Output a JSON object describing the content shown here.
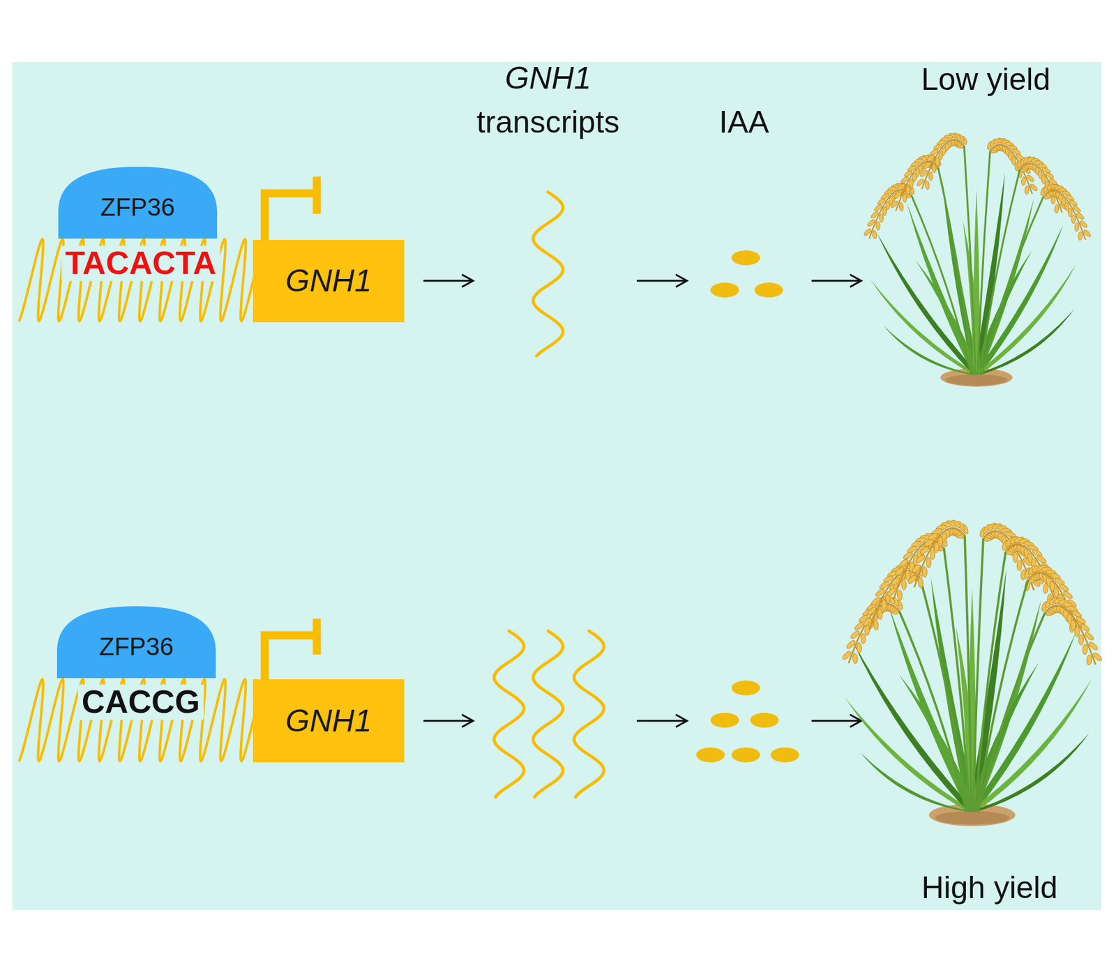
{
  "diagram": {
    "nodes": [
      {
        "text": [
          "ZFP36"
        ]
      },
      {
        "text": [
          "GNH1"
        ]
      },
      {
        "text": [
          "ZFP36"
        ]
      },
      {
        "text": [
          "GNH1"
        ]
      }
    ],
    "labels": [
      "GNH1",
      "transcripts",
      "IAA",
      "Low yield",
      "TACACTA",
      "CACCG",
      "High yield"
    ]
  }
}
